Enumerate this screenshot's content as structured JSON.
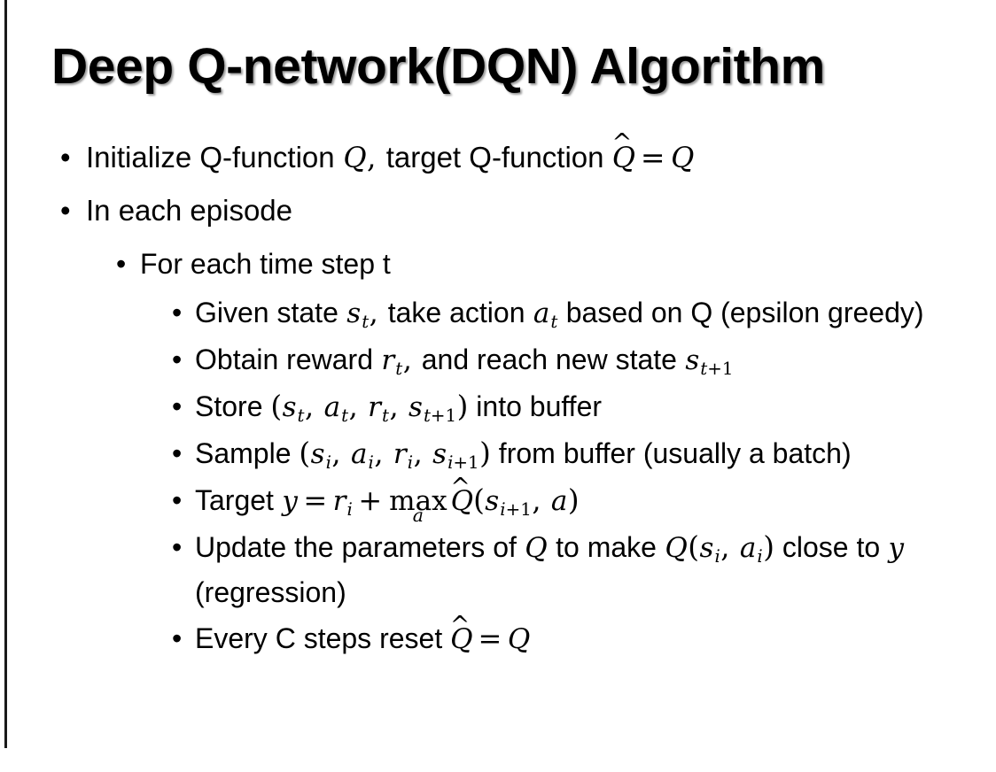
{
  "slide": {
    "title": "Deep Q-network(DQN) Algorithm",
    "bullets": [
      {
        "level": 1,
        "name": "bullet-initialize-q-function",
        "segments": [
          {
            "t": "text",
            "v": "Initialize Q-function "
          },
          {
            "t": "mi",
            "v": "Q"
          },
          {
            "t": "punc",
            "v": ","
          },
          {
            "t": "text",
            "v": " target Q-function "
          },
          {
            "t": "hat",
            "v": "Q"
          },
          {
            "t": "op",
            "v": "="
          },
          {
            "t": "mi",
            "v": "Q"
          }
        ]
      },
      {
        "level": 1,
        "name": "bullet-in-each-episode",
        "segments": [
          {
            "t": "text",
            "v": "In each episode"
          }
        ]
      },
      {
        "level": 2,
        "name": "bullet-for-each-time-step",
        "segments": [
          {
            "t": "text",
            "v": "For each time step t"
          }
        ]
      },
      {
        "level": 3,
        "name": "bullet-given-state-take-action",
        "segments": [
          {
            "t": "text",
            "v": "Given state "
          },
          {
            "t": "misub",
            "v": "s",
            "sub": "t"
          },
          {
            "t": "punc",
            "v": ","
          },
          {
            "t": "text",
            "v": " take action "
          },
          {
            "t": "misub",
            "v": "a",
            "sub": "t"
          },
          {
            "t": "text",
            "v": " based on Q (epsilon greedy)"
          }
        ]
      },
      {
        "level": 3,
        "name": "bullet-obtain-reward-reach-new-state",
        "segments": [
          {
            "t": "text",
            "v": "Obtain reward "
          },
          {
            "t": "misub",
            "v": "r",
            "sub": "t"
          },
          {
            "t": "punc",
            "v": ","
          },
          {
            "t": "text",
            "v": " and reach new state "
          },
          {
            "t": "misub",
            "v": "s",
            "sub": "t+1"
          }
        ]
      },
      {
        "level": 3,
        "name": "bullet-store-into-buffer",
        "segments": [
          {
            "t": "text",
            "v": "Store "
          },
          {
            "t": "paren",
            "v": "("
          },
          {
            "t": "misub",
            "v": "s",
            "sub": "t"
          },
          {
            "t": "punc",
            "v": ","
          },
          {
            "t": "text",
            "v": " "
          },
          {
            "t": "misub",
            "v": "a",
            "sub": "t"
          },
          {
            "t": "punc",
            "v": ","
          },
          {
            "t": "text",
            "v": " "
          },
          {
            "t": "misub",
            "v": "r",
            "sub": "t"
          },
          {
            "t": "punc",
            "v": ","
          },
          {
            "t": "text",
            "v": " "
          },
          {
            "t": "misub",
            "v": "s",
            "sub": "t+1"
          },
          {
            "t": "paren",
            "v": ")"
          },
          {
            "t": "text",
            "v": " into buffer"
          }
        ]
      },
      {
        "level": 3,
        "name": "bullet-sample-from-buffer",
        "segments": [
          {
            "t": "text",
            "v": "Sample "
          },
          {
            "t": "paren",
            "v": "("
          },
          {
            "t": "misub",
            "v": "s",
            "sub": "i"
          },
          {
            "t": "punc",
            "v": ","
          },
          {
            "t": "text",
            "v": " "
          },
          {
            "t": "misub",
            "v": "a",
            "sub": "i"
          },
          {
            "t": "punc",
            "v": ","
          },
          {
            "t": "text",
            "v": " "
          },
          {
            "t": "misub",
            "v": "r",
            "sub": "i"
          },
          {
            "t": "punc",
            "v": ","
          },
          {
            "t": "text",
            "v": " "
          },
          {
            "t": "misub",
            "v": "s",
            "sub": "i+1"
          },
          {
            "t": "paren",
            "v": ")"
          },
          {
            "t": "text",
            "v": " from buffer (usually a batch)"
          }
        ]
      },
      {
        "level": 3,
        "name": "bullet-target-y-equals",
        "segments": [
          {
            "t": "text",
            "v": "Target "
          },
          {
            "t": "mi",
            "v": "y"
          },
          {
            "t": "op",
            "v": "="
          },
          {
            "t": "misub",
            "v": "r",
            "sub": "i"
          },
          {
            "t": "op",
            "v": "+"
          },
          {
            "t": "oplimits",
            "v": "max",
            "lim": "a"
          },
          {
            "t": "hat",
            "v": "Q"
          },
          {
            "t": "paren",
            "v": "("
          },
          {
            "t": "misub",
            "v": "s",
            "sub": "i+1"
          },
          {
            "t": "punc",
            "v": ","
          },
          {
            "t": "text",
            "v": " "
          },
          {
            "t": "mi",
            "v": "a"
          },
          {
            "t": "paren",
            "v": ")"
          }
        ]
      },
      {
        "level": 3,
        "name": "bullet-update-parameters-regression",
        "segments": [
          {
            "t": "text",
            "v": "Update the parameters of "
          },
          {
            "t": "mi",
            "v": "Q"
          },
          {
            "t": "text",
            "v": " to make "
          },
          {
            "t": "mi",
            "v": "Q"
          },
          {
            "t": "paren",
            "v": "("
          },
          {
            "t": "misub",
            "v": "s",
            "sub": "i"
          },
          {
            "t": "punc",
            "v": ","
          },
          {
            "t": "text",
            "v": " "
          },
          {
            "t": "misub",
            "v": "a",
            "sub": "i"
          },
          {
            "t": "paren",
            "v": ")"
          },
          {
            "t": "text",
            "v": " close to "
          },
          {
            "t": "mi",
            "v": "y"
          },
          {
            "t": "text",
            "v": " (regression)"
          }
        ]
      },
      {
        "level": 3,
        "name": "bullet-every-c-steps-reset",
        "segments": [
          {
            "t": "text",
            "v": "Every C steps reset "
          },
          {
            "t": "hat",
            "v": "Q"
          },
          {
            "t": "op",
            "v": "="
          },
          {
            "t": "mi",
            "v": "Q"
          }
        ]
      }
    ],
    "bullet_glyph": "•",
    "hat_glyph": "^"
  }
}
